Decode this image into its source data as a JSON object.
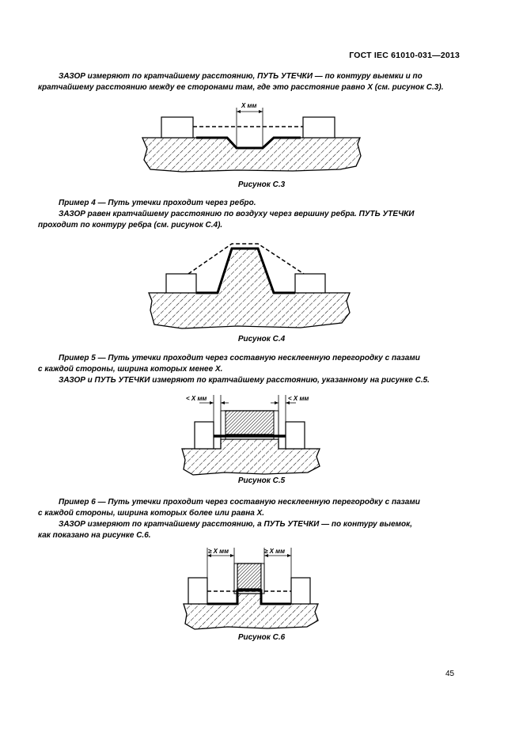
{
  "header": {
    "standard": "ГОСТ IEC 61010-031—2013"
  },
  "intro": {
    "line1": "ЗАЗОР измеряют по кратчайшему расстоянию, ПУТЬ УТЕЧКИ — по контуру выемки и по",
    "line2": "кратчайшему расстоянию между ее сторонами там, где это расстояние равно X (см. рисунок С.3)."
  },
  "figures": {
    "c3": {
      "caption": "Рисунок С.3",
      "label": "X мм"
    },
    "c4": {
      "caption": "Рисунок С.4"
    },
    "c5": {
      "caption": "Рисунок С.5",
      "label_left": "< X мм",
      "label_right": "< X мм"
    },
    "c6": {
      "caption": "Рисунок С.6",
      "label_left": "≥ X мм",
      "label_right": "≥ X мм"
    }
  },
  "example4": {
    "line1": "Пример 4 — Путь утечки проходит через ребро.",
    "line2": "ЗАЗОР равен кратчайшему расстоянию по воздуху через вершину ребра. ПУТЬ УТЕЧКИ",
    "line3": "проходит по контуру ребра (см. рисунок С.4)."
  },
  "example5": {
    "line1": "Пример 5 — Путь утечки проходит через составную несклеенную перегородку с пазами",
    "line2": "с каждой стороны, ширина которых менее X.",
    "line3": "ЗАЗОР и ПУТЬ УТЕЧКИ измеряют по кратчайшему расстоянию, указанному на рисунке С.5."
  },
  "example6": {
    "line1": "Пример 6 — Путь утечки проходит через составную несклеенную перегородку с пазами",
    "line2": "с каждой стороны, ширина которых более или равна X.",
    "line3": "ЗАЗОР измеряют по кратчайшему расстоянию, а ПУТЬ УТЕЧКИ — по контуру выемок,",
    "line4": "как показано на рисунке С.6."
  },
  "page_number": "45"
}
